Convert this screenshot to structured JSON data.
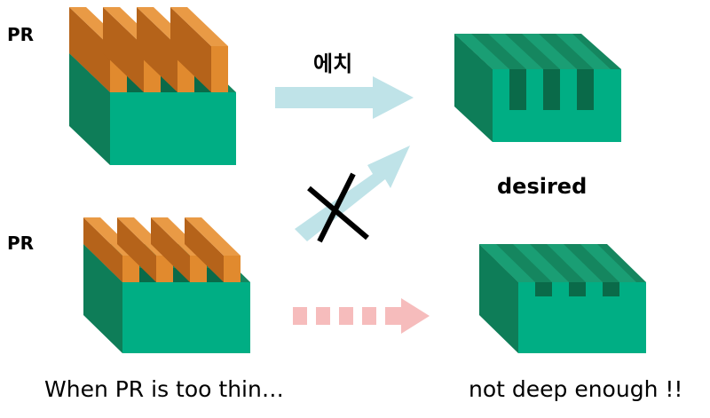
{
  "labels": {
    "pr_top": "PR",
    "pr_bottom": "PR",
    "etch": "에치",
    "desired": "desired",
    "caption_left": "When PR is too thin…",
    "caption_right": "not deep enough !!"
  },
  "colors": {
    "substrate_front": "#00ae84",
    "substrate_top": "#15865f",
    "substrate_side": "#0e7d58",
    "trench_inner": "#0a6a49",
    "pr_front": "#e18a2e",
    "pr_side": "#b5631a",
    "arrow_blue": "#bfe3e8",
    "arrow_pink": "#f6bcbc",
    "cross": "#000000"
  },
  "icons": {
    "straight_arrow": "arrow-right-icon",
    "diagonal_arrow": "arrow-up-right-icon",
    "cross_mark": "x-icon",
    "dashed_arrow": "dashed-arrow-right-icon"
  }
}
